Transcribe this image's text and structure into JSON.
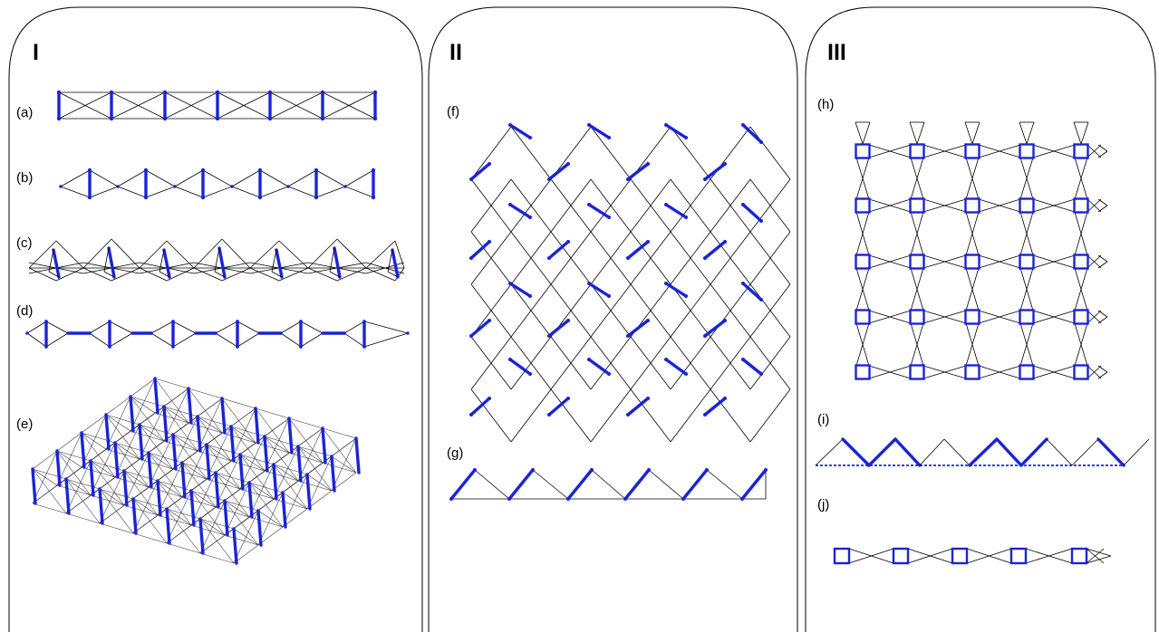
{
  "panels": [
    {
      "title": "I",
      "sublabels": [
        "(a)",
        "(b)",
        "(c)",
        "(d)",
        "(e)"
      ]
    },
    {
      "title": "II",
      "sublabels": [
        "(f)",
        "(g)"
      ]
    },
    {
      "title": "III",
      "sublabels": [
        "(h)",
        "(i)",
        "(j)"
      ]
    }
  ],
  "colors": {
    "rigid_member": "#1a24d6",
    "bar": "#000000",
    "background": "#ffffff"
  }
}
